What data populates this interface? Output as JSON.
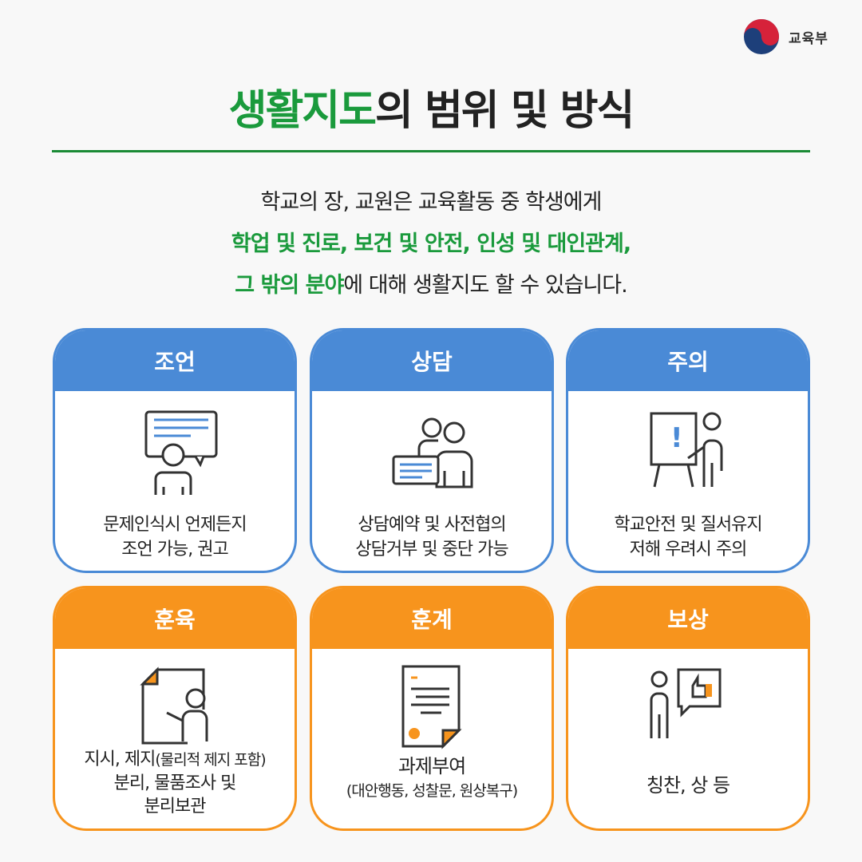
{
  "logo": {
    "label": "교육부"
  },
  "title": {
    "green": "생활지도",
    "rest": "의 범위 및 방식"
  },
  "intro": {
    "line1": "학교의 장, 교원은 교육활동 중 학생에게",
    "line2": "학업 및 진로, 보건 및 안전, 인성 및 대인관계,",
    "line3_green": "그 밖의 분야",
    "line3_rest": "에 대해 생활지도 할 수 있습니다."
  },
  "cards": [
    {
      "title": "조언",
      "icon": "presentation-person-icon",
      "lines": [
        "문제인식시 언제든지",
        "조언 가능, 권고"
      ]
    },
    {
      "title": "상담",
      "icon": "counseling-people-icon",
      "lines": [
        "상담예약 및 사전협의",
        "상담거부 및 중단 가능"
      ]
    },
    {
      "title": "주의",
      "icon": "warning-board-icon",
      "lines": [
        "학교안전 및 질서유지",
        "저해 우려시 주의"
      ]
    },
    {
      "title": "훈육",
      "icon": "instruction-document-icon",
      "lines": [
        "지시, 제지",
        "(물리적 제지 포함)",
        "분리, 물품조사 및",
        "분리보관"
      ]
    },
    {
      "title": "훈계",
      "icon": "assignment-document-icon",
      "lines": [
        "과제부여",
        "(대안행동, 성찰문, 원상복구)"
      ]
    },
    {
      "title": "보상",
      "icon": "praise-thumbs-up-icon",
      "lines": [
        "칭찬, 상 등"
      ]
    }
  ],
  "colors": {
    "green": "#1a9a3c",
    "blue": "#4a8ad6",
    "orange": "#f7941d"
  }
}
